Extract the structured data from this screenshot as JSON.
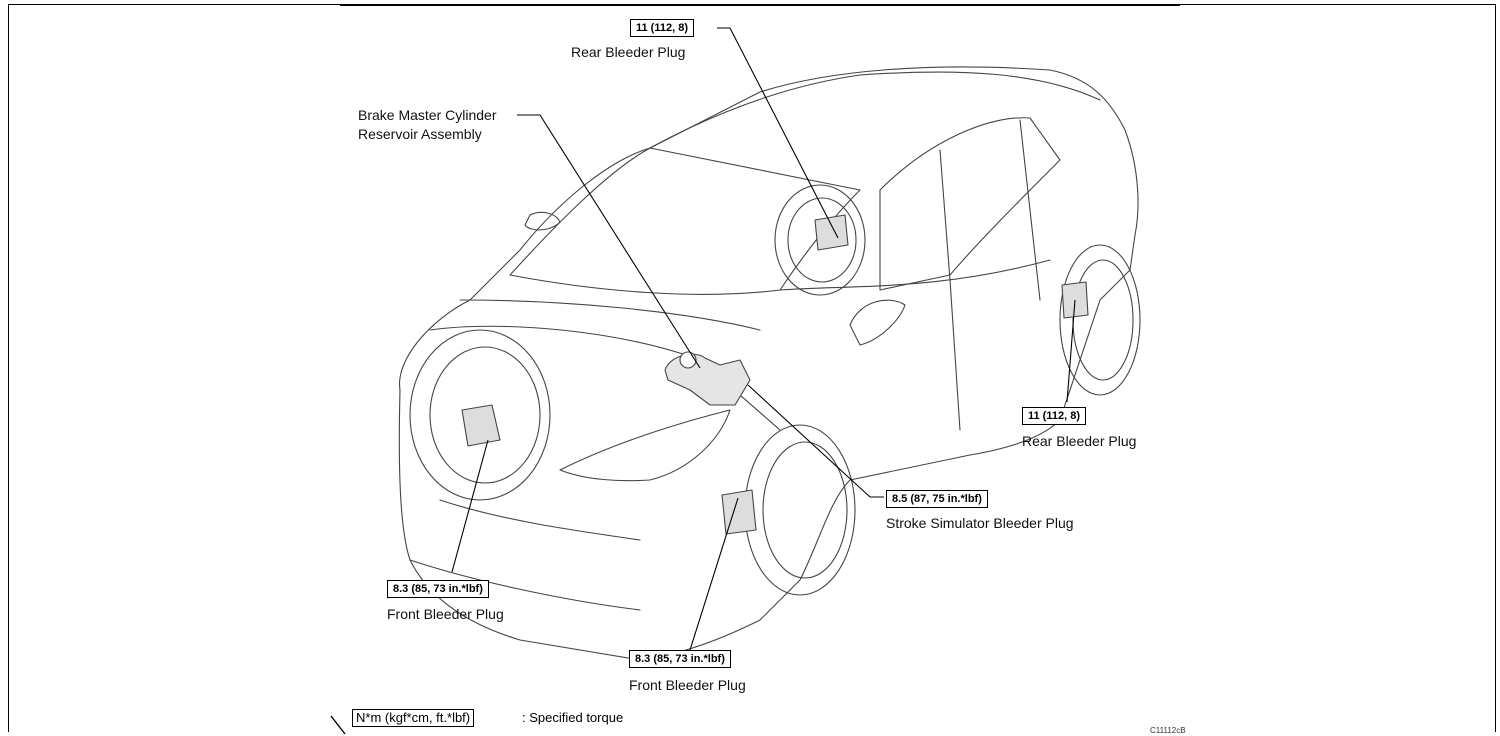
{
  "callouts": {
    "rear_top": {
      "torque": "11 (112, 8)",
      "label": "Rear Bleeder Plug"
    },
    "master": {
      "label_line1": "Brake Master Cylinder",
      "label_line2": "Reservoir Assembly"
    },
    "rear_right": {
      "torque": "11 (112, 8)",
      "label": "Rear Bleeder Plug"
    },
    "stroke": {
      "torque": "8.5 (87, 75 in.*lbf)",
      "label": "Stroke Simulator Bleeder Plug"
    },
    "front_left": {
      "torque": "8.3 (85, 73 in.*lbf)",
      "label": "Front Bleeder Plug"
    },
    "front_mid": {
      "torque": "8.3 (85, 73 in.*lbf)",
      "label": "Front Bleeder Plug"
    }
  },
  "legend": {
    "unit_box": "N*m (kgf*cm, ft.*lbf)",
    "text": ": Specified torque"
  },
  "figure_code": "C11112cB"
}
